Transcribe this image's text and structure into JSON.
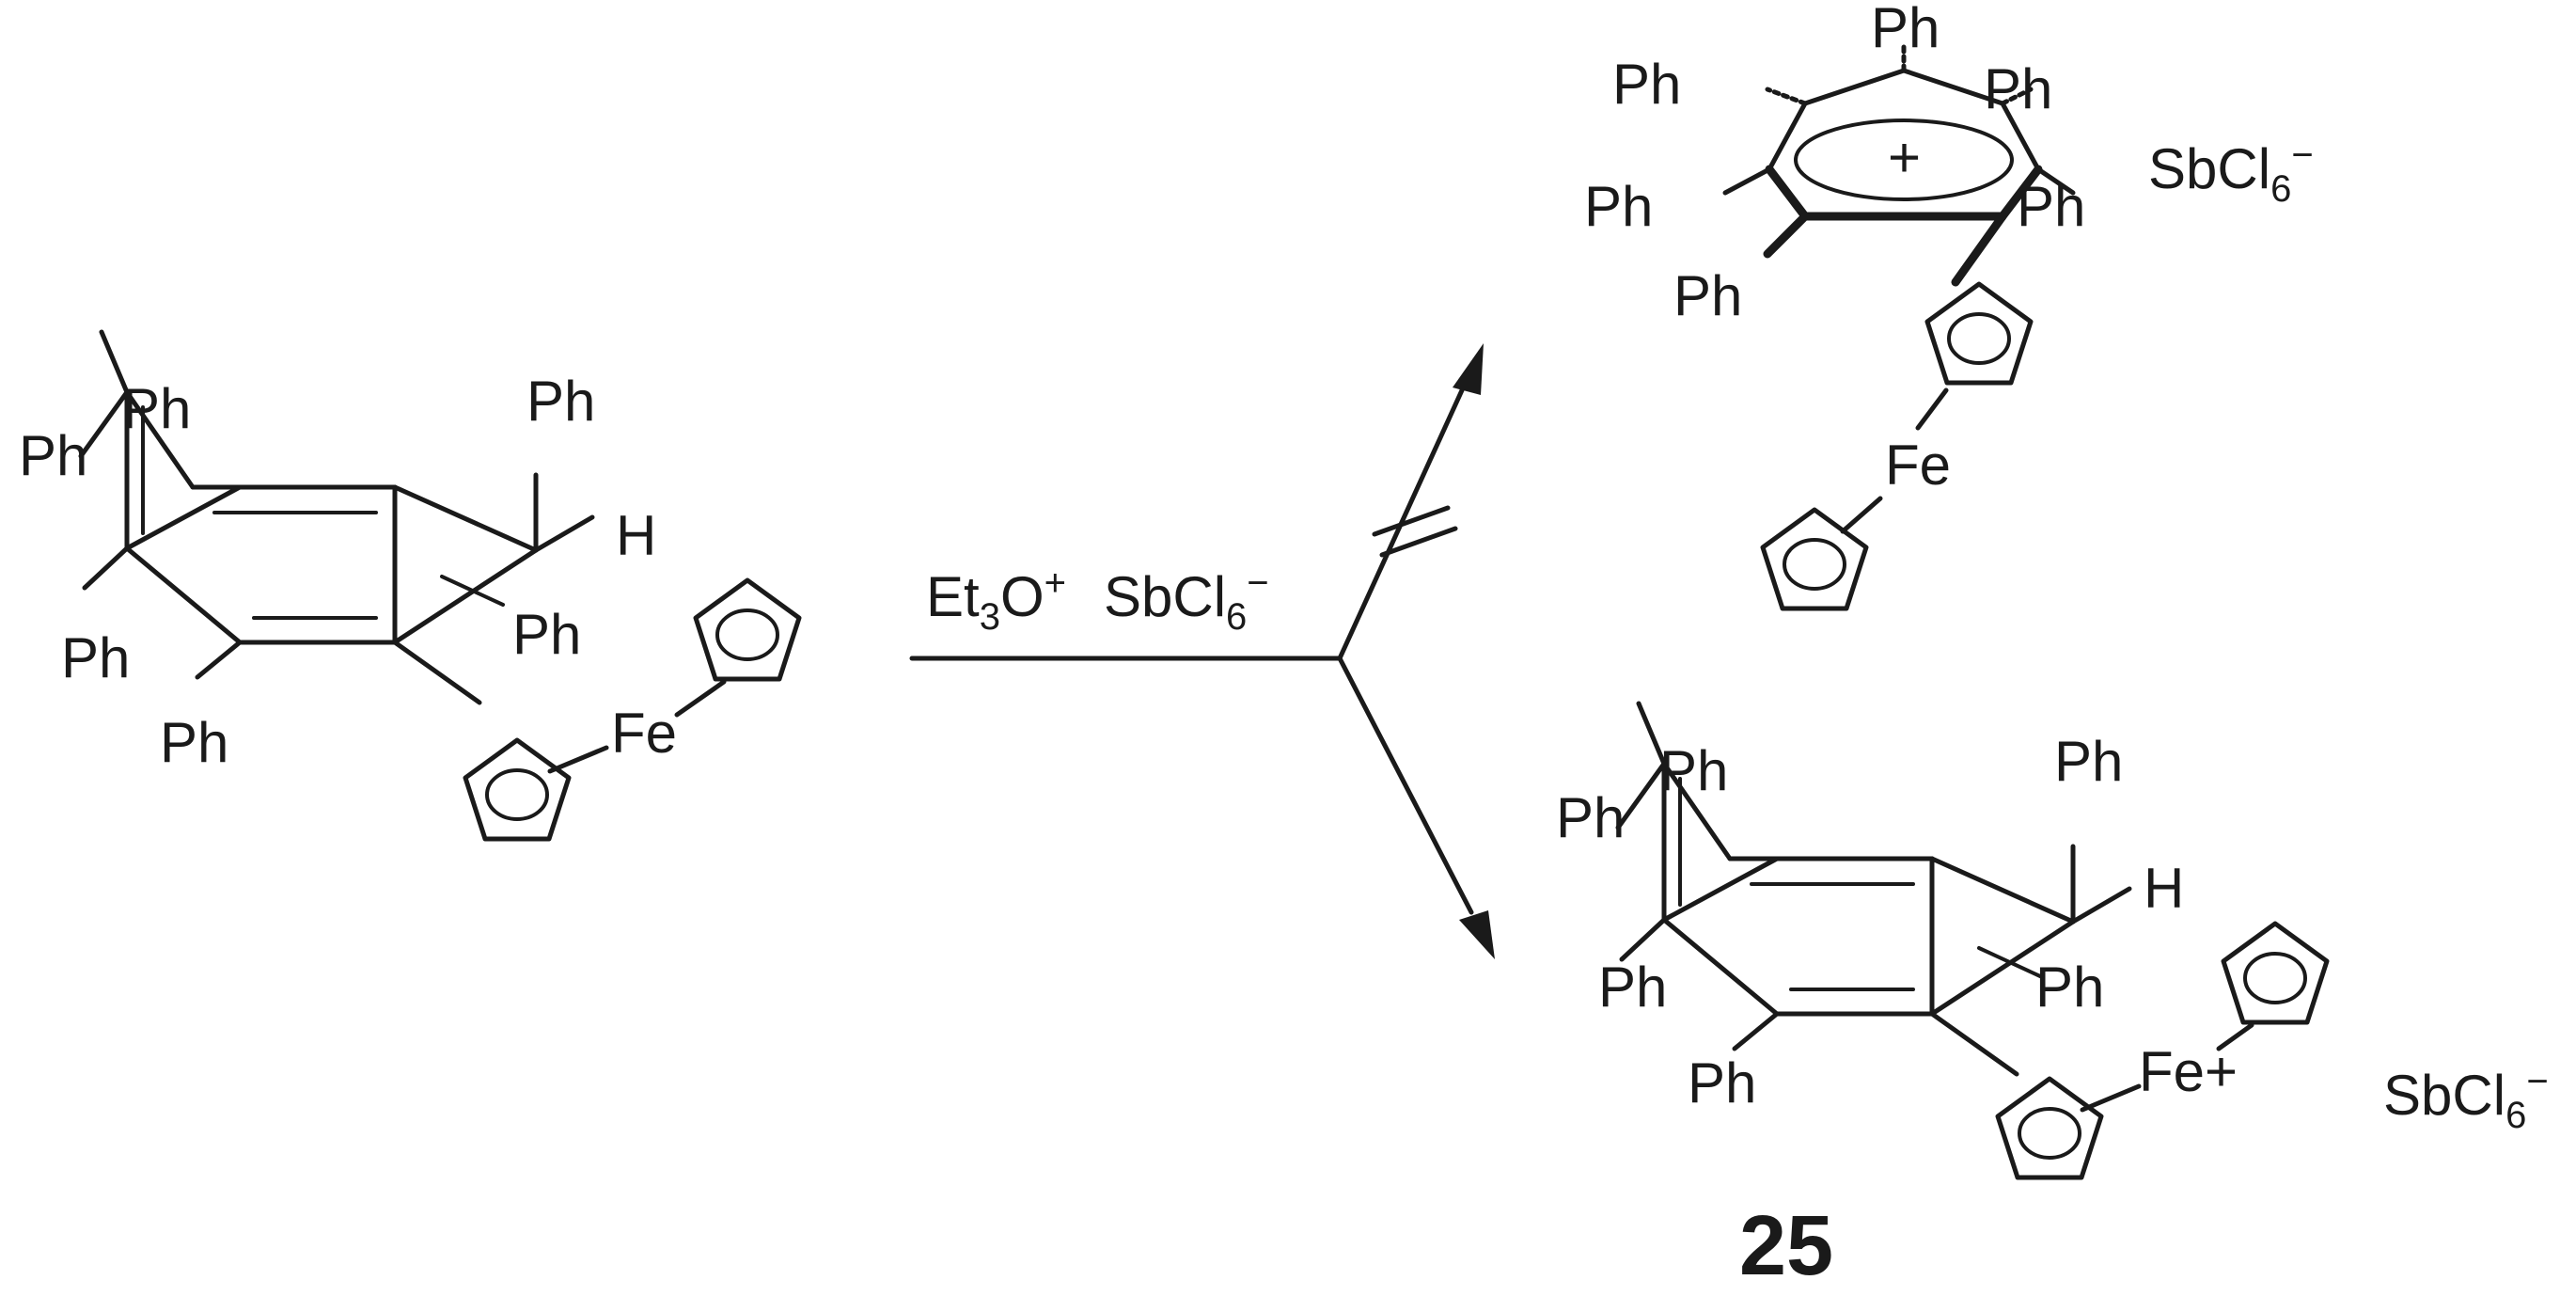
{
  "substituent": "Ph",
  "hydrogen": "H",
  "iron": "Fe",
  "plus": "+",
  "minus": "−",
  "reagent": {
    "et": "Et",
    "et_sub": "3",
    "o": "O",
    "o_charge": "+",
    "sb": "SbCl",
    "sb_sub": "6",
    "sb_charge": "−"
  },
  "counterion": {
    "text": "SbCl",
    "sub": "6",
    "charge": "−"
  },
  "compound_label": "25"
}
